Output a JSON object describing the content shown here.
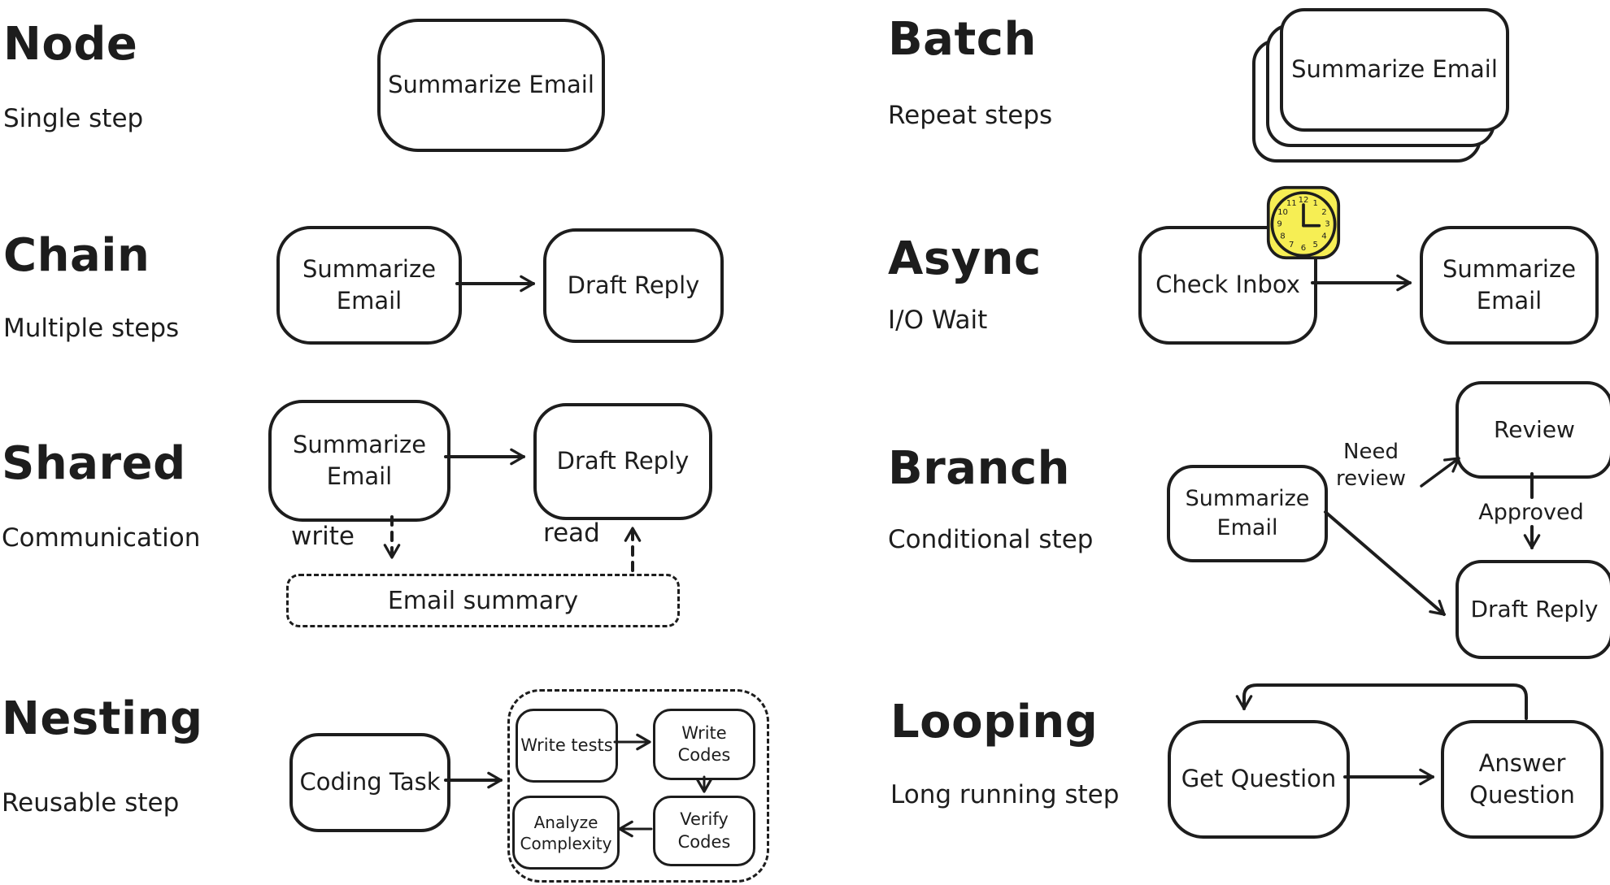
{
  "colors": {
    "ink": "#1d1d1d",
    "clock_yellow": "#F6EE54",
    "background": "#ffffff"
  },
  "sections": {
    "node": {
      "title": "Node",
      "subtitle": "Single step",
      "box": "Summarize Email"
    },
    "batch": {
      "title": "Batch",
      "subtitle": "Repeat steps",
      "box": "Summarize Email"
    },
    "chain": {
      "title": "Chain",
      "subtitle": "Multiple steps",
      "box1": "Summarize Email",
      "box2": "Draft Reply"
    },
    "async": {
      "title": "Async",
      "subtitle": "I/O Wait",
      "box1": "Check Inbox",
      "box2": "Summarize Email",
      "icon": "clock-icon",
      "clock_numbers": [
        "12",
        "1",
        "2",
        "3",
        "4",
        "5",
        "6",
        "7",
        "8",
        "9",
        "10",
        "11"
      ]
    },
    "shared": {
      "title": "Shared",
      "subtitle": "Communication",
      "box1": "Summarize Email",
      "box2": "Draft Reply",
      "write_label": "write",
      "read_label": "read",
      "store": "Email summary"
    },
    "branch": {
      "title": "Branch",
      "subtitle": "Conditional step",
      "box_source": "Summarize Email",
      "box_review": "Review",
      "box_reply": "Draft Reply",
      "label_need_review": "Need review",
      "label_approved": "Approved"
    },
    "nesting": {
      "title": "Nesting",
      "subtitle": "Reusable step",
      "box_outer": "Coding Task",
      "inner": [
        "Write tests",
        "Write Codes",
        "Analyze Complexity",
        "Verify Codes"
      ]
    },
    "looping": {
      "title": "Looping",
      "subtitle": "Long running step",
      "box1": "Get Question",
      "box2": "Answer Question"
    }
  }
}
